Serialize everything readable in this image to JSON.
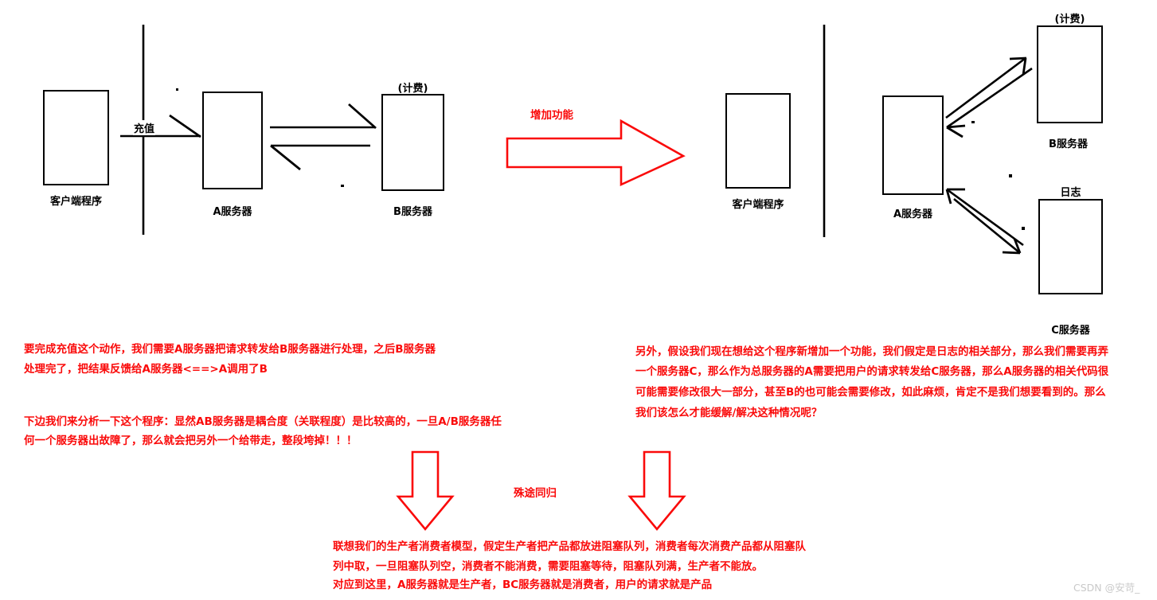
{
  "diagram": {
    "title_text": "",
    "colors": {
      "stroke": "#000000",
      "annotation_red": "#fa0a0a",
      "background": "#ffffff",
      "watermark": "#c9c9c9"
    },
    "left_panel": {
      "nodes": [
        {
          "id": "client-left",
          "label": "客户端程序",
          "top_label": ""
        },
        {
          "id": "server-a-left",
          "label": "A服务器",
          "top_label": ""
        },
        {
          "id": "server-b-left",
          "label": "B服务器",
          "top_label": "(计费)"
        }
      ],
      "edge_labels": [
        {
          "id": "recharge",
          "label": "充值"
        }
      ]
    },
    "middle": {
      "arrow_label": "增加功能"
    },
    "right_panel": {
      "nodes": [
        {
          "id": "client-right",
          "label": "客户端程序",
          "top_label": ""
        },
        {
          "id": "server-a-right",
          "label": "A服务器",
          "top_label": ""
        },
        {
          "id": "server-b-right",
          "label": "B服务器",
          "top_label": "(计费)"
        },
        {
          "id": "server-c-right",
          "label": "C服务器",
          "top_label": "日志"
        }
      ]
    },
    "notes": {
      "left_note_1": [
        "要完成充值这个动作，我们需要A服务器把请求转发给B服务器进行处理，之后B服务器",
        "处理完了，把结果反馈给A服务器<==>A调用了B"
      ],
      "left_note_2": [
        "下边我们来分析一下这个程序：显然AB服务器是耦合度（关联程度）是比较高的，一旦A/B服务器任",
        "何一个服务器出故障了，那么就会把另外一个给带走，整段垮掉！！！"
      ],
      "right_note": [
        "另外，假设我们现在想给这个程序新增加一个功能，我们假定是日志的相关部分，那么我们需要再弄",
        "一个服务器C，那么作为总服务器的A需要把用户的请求转发给C服务器，那么A服务器的相关代码很",
        "可能需要修改很大一部分，甚至B的也可能会需要修改，如此麻烦，肯定不是我们想要看到的。那么",
        "我们该怎么才能缓解/解决这种情况呢？"
      ],
      "converge_label": "殊途同归",
      "bottom_note": [
        "联想我们的生产者消费者模型，假定生产者把产品都放进阻塞队列，消费者每次消费产品都从阻塞队",
        "列中取，一旦阻塞队列空，消费者不能消费，需要阻塞等待，阻塞队列满，生产者不能放。",
        "对应到这里，A服务器就是生产者，BC服务器就是消费者，用户的请求就是产品"
      ]
    },
    "watermark": "CSDN @安苛_"
  }
}
